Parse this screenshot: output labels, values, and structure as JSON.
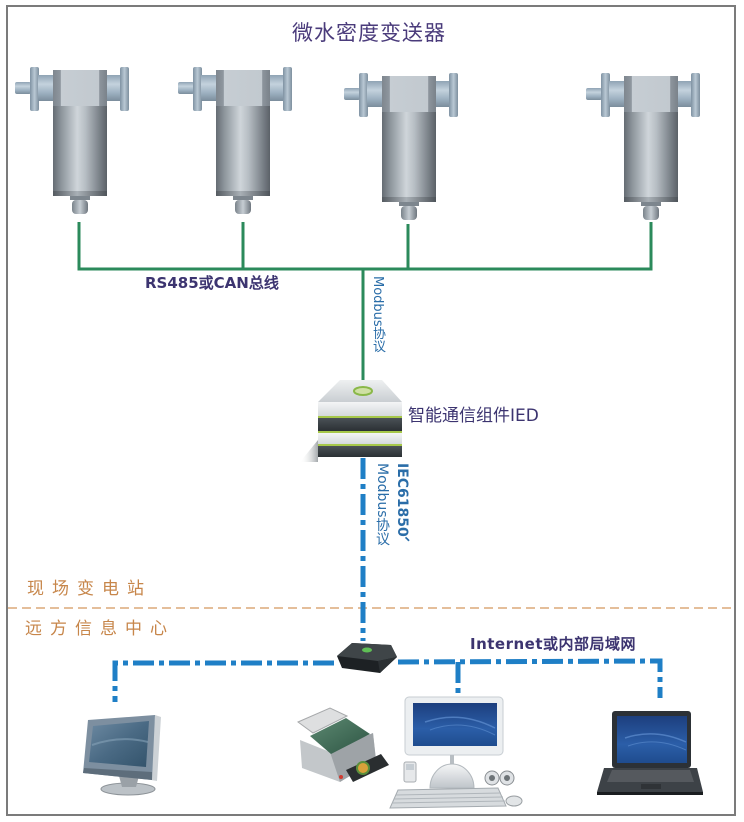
{
  "diagram": {
    "title": "微水密度变送器",
    "field_bus_label": "RS485或CAN总线",
    "uplink_protocol_label": "Modbus协议",
    "ied_label": "智能通信组件IED",
    "backhaul_protocol_lines": [
      "IEC61850、",
      "Modbus协议"
    ],
    "zone_labels": {
      "substation": "现场变电站",
      "remote_center": "远方信息中心"
    },
    "network_label": "Internet或内部局域网"
  },
  "devices": {
    "transmitters": [
      "transmitter-icon",
      "transmitter-icon",
      "transmitter-icon",
      "transmitter-icon"
    ],
    "ied": "ied-device-icon",
    "router": "router-icon",
    "clients": [
      "monitor-icon",
      "printer-icon",
      "desktop-computer-icon",
      "laptop-icon"
    ]
  },
  "colors": {
    "title": "#4a3b7b",
    "label": "#3c3470",
    "protocol": "#2a6da8",
    "zone": "#c7864a",
    "zone_divider": "#dba878",
    "bus": "#2b8a5b",
    "network": "#1f7fc6"
  }
}
